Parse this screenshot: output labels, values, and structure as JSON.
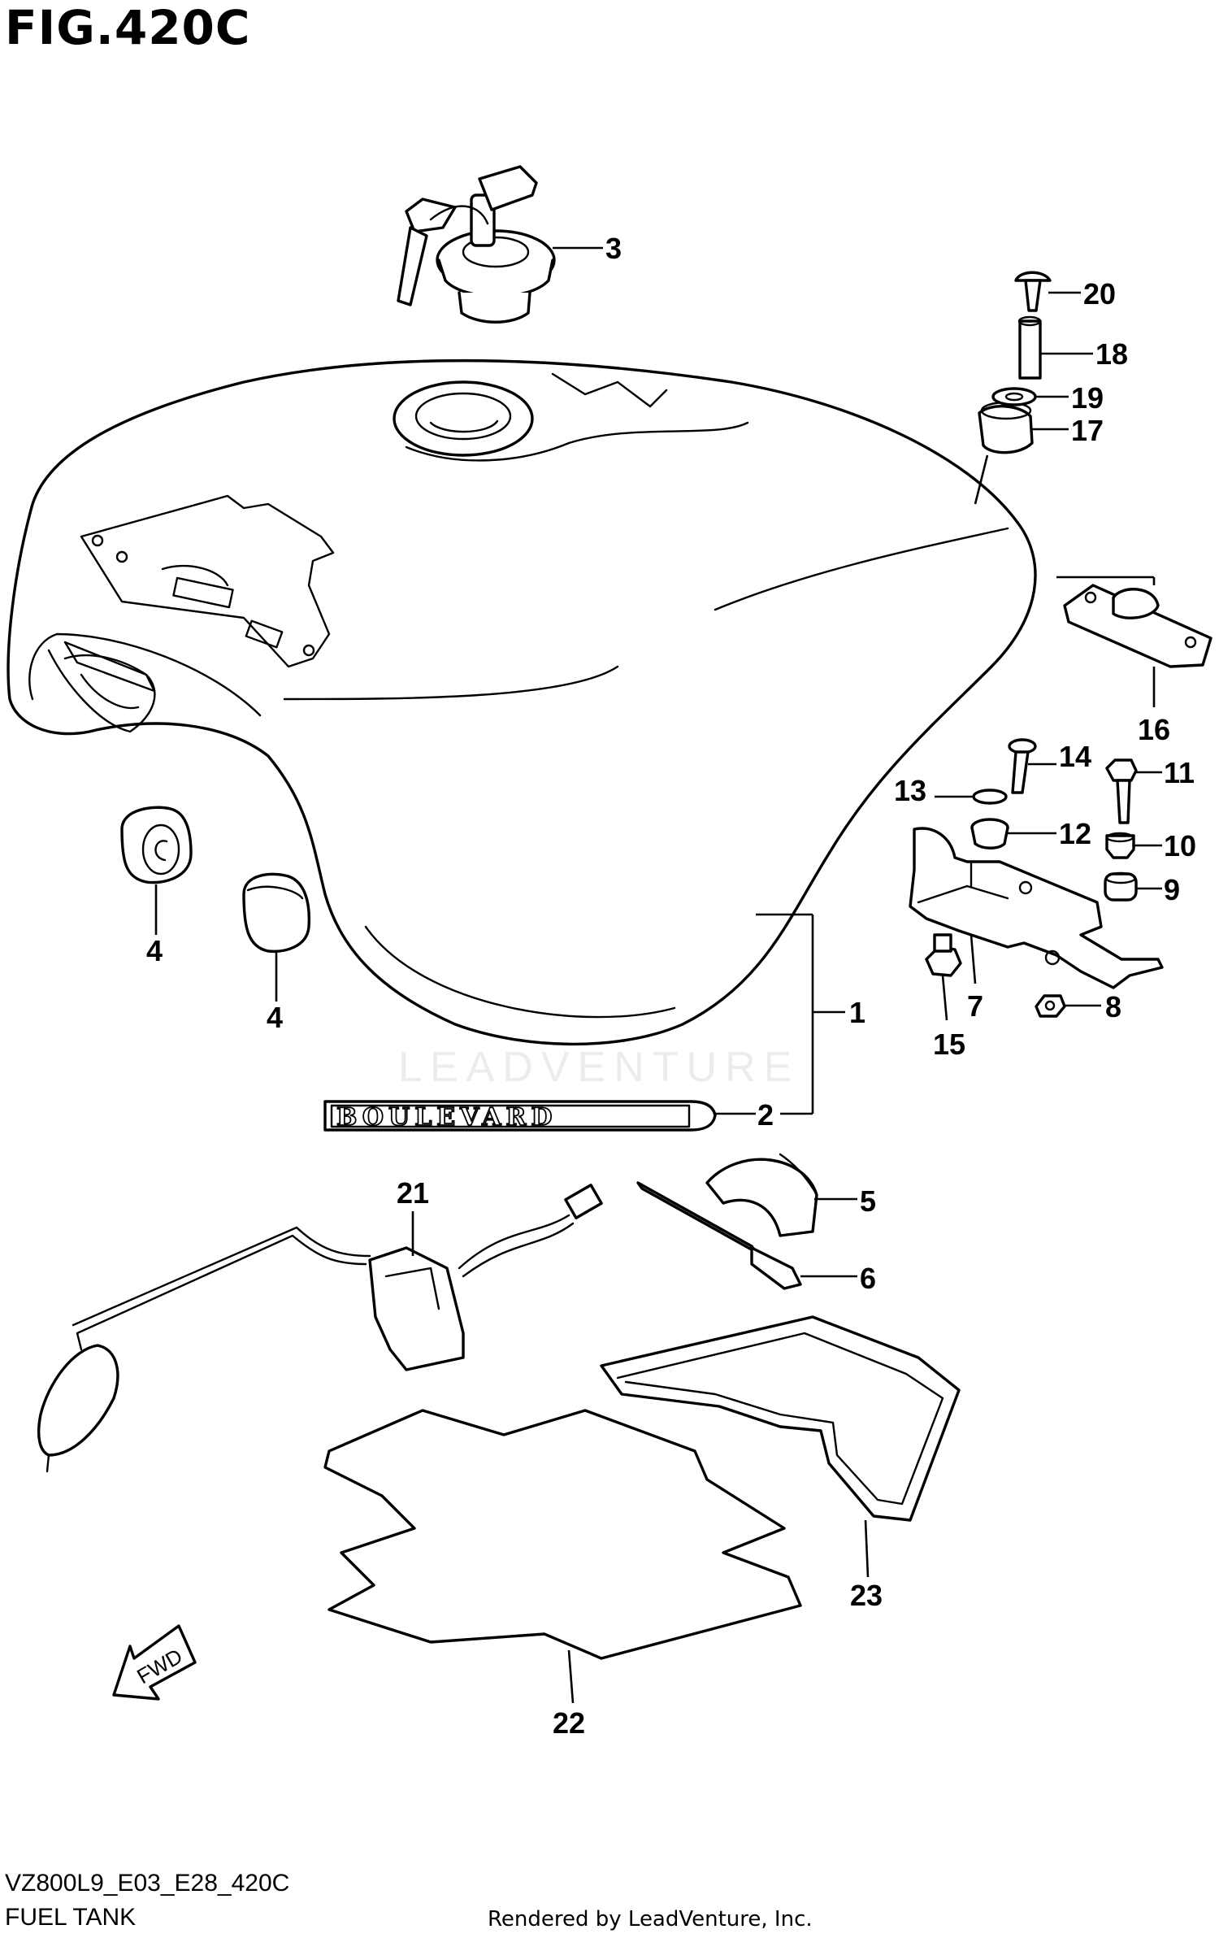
{
  "figure": {
    "title": "FIG.420C",
    "code": "VZ800L9_E03_E28_420C",
    "subtitle": "FUEL TANK",
    "credit": "Rendered by LeadVenture, Inc."
  },
  "emblem_text": "BOULEVARD",
  "watermark_text": "LEADVENTURE",
  "direction_arrow_text": "FWD",
  "callouts": [
    "1",
    "2",
    "3",
    "4",
    "4",
    "5",
    "6",
    "7",
    "8",
    "9",
    "10",
    "11",
    "12",
    "13",
    "14",
    "15",
    "16",
    "17",
    "18",
    "19",
    "20",
    "21",
    "22",
    "23"
  ]
}
